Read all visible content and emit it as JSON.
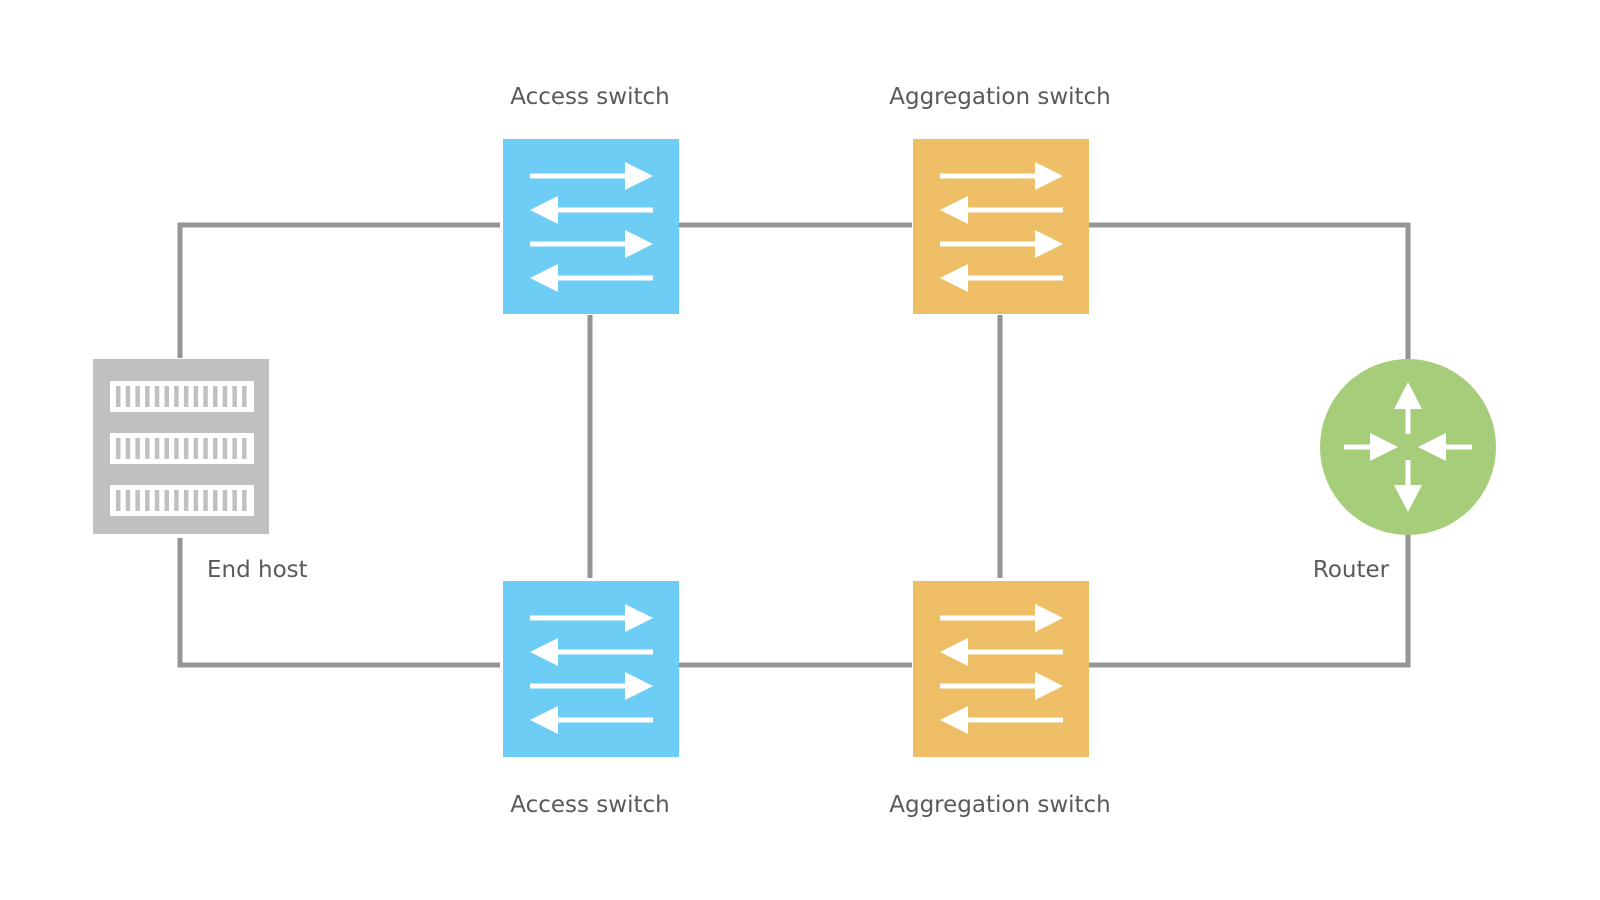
{
  "colors": {
    "access_switch": "#6dcdf5",
    "aggregation_switch": "#eebe66",
    "end_host": "#c0c0c0",
    "router": "#a6cd7a",
    "link": "#959595",
    "glyph": "#ffffff",
    "label_text": "#5a5a5a"
  },
  "nodes": {
    "end_host": {
      "label": "End host",
      "icon": "server-rack-icon"
    },
    "access_switch_top": {
      "label": "Access switch",
      "icon": "switch-arrows-icon"
    },
    "access_switch_bottom": {
      "label": "Access switch",
      "icon": "switch-arrows-icon"
    },
    "aggregation_switch_top": {
      "label": "Aggregation switch",
      "icon": "switch-arrows-icon"
    },
    "aggregation_switch_bottom": {
      "label": "Aggregation switch",
      "icon": "switch-arrows-icon"
    },
    "router": {
      "label": "Router",
      "icon": "router-arrows-icon"
    }
  },
  "links": [
    {
      "from": "end_host",
      "to": "access_switch_top"
    },
    {
      "from": "end_host",
      "to": "access_switch_bottom"
    },
    {
      "from": "access_switch_top",
      "to": "access_switch_bottom"
    },
    {
      "from": "access_switch_top",
      "to": "aggregation_switch_top"
    },
    {
      "from": "access_switch_bottom",
      "to": "aggregation_switch_bottom"
    },
    {
      "from": "aggregation_switch_top",
      "to": "aggregation_switch_bottom"
    },
    {
      "from": "aggregation_switch_top",
      "to": "router"
    },
    {
      "from": "aggregation_switch_bottom",
      "to": "router"
    }
  ]
}
